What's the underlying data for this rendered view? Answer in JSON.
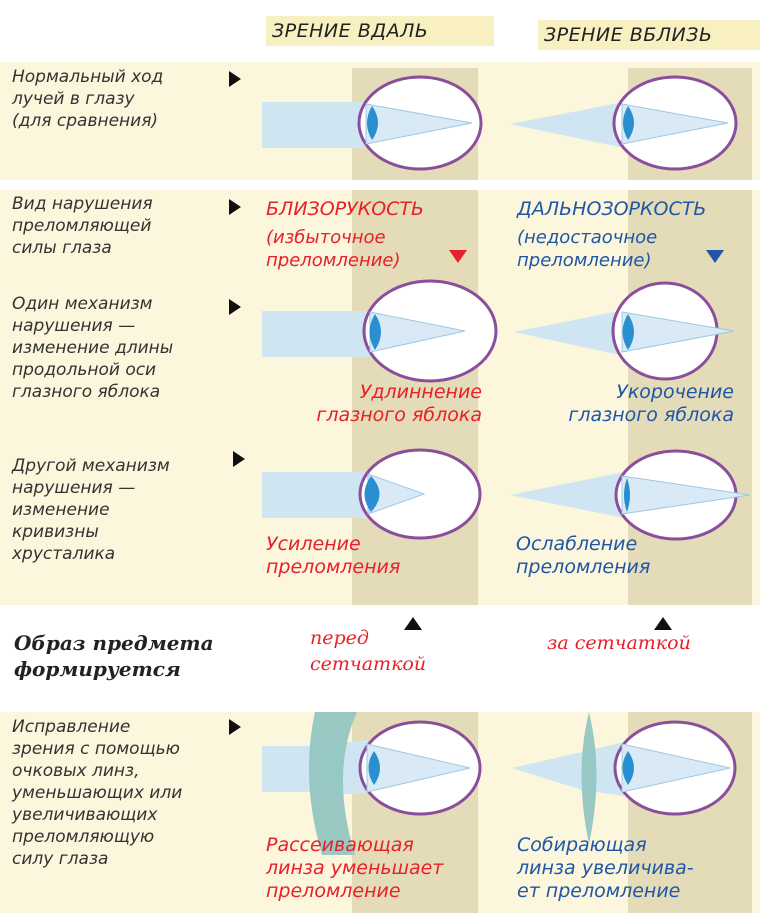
{
  "headers": {
    "far": "ЗРЕНИЕ ВДАЛЬ",
    "near": "ЗРЕНИЕ ВБЛИЗЬ"
  },
  "rows": {
    "normal": {
      "label": "Нормальный ход\nлучей в глазу\n(для сравнения)"
    },
    "type": {
      "label": "Вид нарушения\nпреломляющей\nсилы глаза",
      "myopia_title": "БЛИЗОРУКОСТЬ",
      "myopia_sub": "(избыточное\nпреломление)",
      "hyperopia_title": "ДАЛЬНОЗОРКОСТЬ",
      "hyperopia_sub": "(недостаочное\nпреломление)"
    },
    "length": {
      "label": "Один механизм\nнарушения —\nизменение длины\nпродольной оси\nглазного яблока",
      "myopia_caption": "Удлиннение\nглазного яблока",
      "hyperopia_caption": "Укорочение\nглазного яблока"
    },
    "curvature": {
      "label": "Другой механизм\nнарушения —\nизменение\nкривизны\nхрусталика",
      "myopia_caption": "Усиление\nпреломления",
      "hyperopia_caption": "Ослабление\nпреломления"
    },
    "image": {
      "label": "Образ предмета\nформируется",
      "myopia_note": "перед\nсетчаткой",
      "hyperopia_note": "за сетчаткой"
    },
    "correction": {
      "label": "Исправление\nзрения с помощью\nочковых линз,\nуменьшающих или\nувеличивающих\nпреломляющую\nсилу глаза",
      "myopia_caption": "Рассеивающая\nлинза уменьшает\nпреломление",
      "hyperopia_caption": "Собирающая\nлинза увеличива-\nет преломление"
    }
  },
  "colors": {
    "red": "#e8202a",
    "blue": "#1f56a6",
    "band": "#fbf6dc",
    "column": "#e4dcb8",
    "beam": "#cfe6f2",
    "eye": "#8a4e9c",
    "iris": "#2a8fd0",
    "lens": "#8fc4c0"
  }
}
